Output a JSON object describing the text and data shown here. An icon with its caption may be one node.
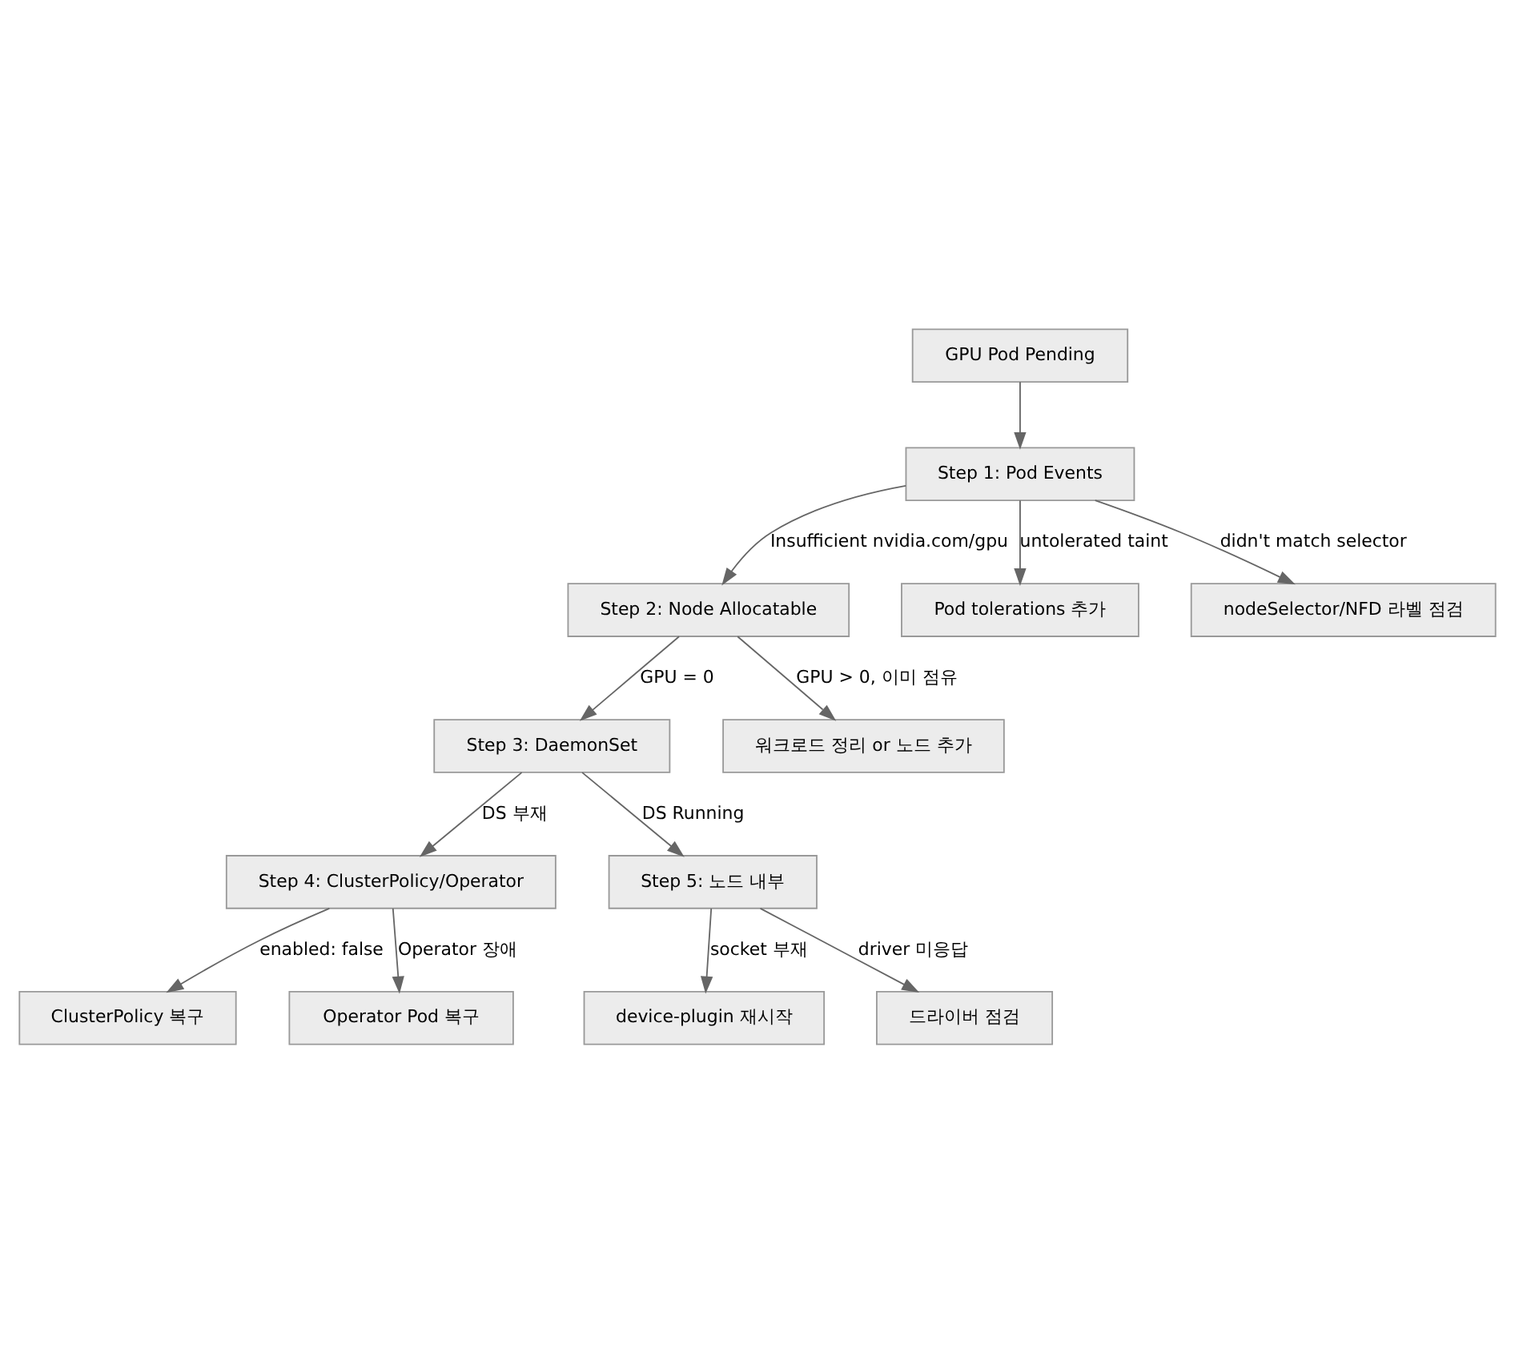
{
  "diagram": {
    "nodes": [
      {
        "text": [
          "GPU Pod Pending"
        ]
      },
      {
        "text": [
          "Step 1: Pod Events"
        ]
      },
      {
        "text": [
          "Step 2: Node Allocatable"
        ]
      },
      {
        "text": [
          "Pod tolerations 추가"
        ]
      },
      {
        "text": [
          "nodeSelector/NFD 라벨 점검"
        ]
      },
      {
        "text": [
          "Step 3: DaemonSet"
        ]
      },
      {
        "text": [
          "워크로드 정리 or 노드 추가"
        ]
      },
      {
        "text": [
          "Step 4: ClusterPolicy/Operator"
        ]
      },
      {
        "text": [
          "Step 5: 노드 내부"
        ]
      },
      {
        "text": [
          "ClusterPolicy 복구"
        ]
      },
      {
        "text": [
          "Operator Pod 복구"
        ]
      },
      {
        "text": [
          "device-plugin 재시작"
        ]
      },
      {
        "text": [
          "드라이버 점검"
        ]
      }
    ],
    "edges": [
      {
        "from": 0,
        "to": 1,
        "arrow": "to"
      },
      {
        "from": 1,
        "to": 2,
        "arrow": "to",
        "label": "Insufficient nvidia.com/gpu"
      },
      {
        "from": 1,
        "to": 3,
        "arrow": "to",
        "label": "untolerated taint"
      },
      {
        "from": 1,
        "to": 4,
        "arrow": "to",
        "label": "didn't match selector"
      },
      {
        "from": 2,
        "to": 5,
        "arrow": "to",
        "label": "GPU = 0"
      },
      {
        "from": 2,
        "to": 6,
        "arrow": "to",
        "label": "GPU > 0, 이미 점유"
      },
      {
        "from": 5,
        "to": 7,
        "arrow": "to",
        "label": "DS 부재"
      },
      {
        "from": 5,
        "to": 8,
        "arrow": "to",
        "label": "DS Running"
      },
      {
        "from": 7,
        "to": 9,
        "arrow": "to",
        "label": "enabled: false"
      },
      {
        "from": 7,
        "to": 10,
        "arrow": "to",
        "label": "Operator 장애"
      },
      {
        "from": 8,
        "to": 11,
        "arrow": "to",
        "label": "socket 부재"
      },
      {
        "from": 8,
        "to": 12,
        "arrow": "to",
        "label": "driver 미응답"
      }
    ]
  }
}
